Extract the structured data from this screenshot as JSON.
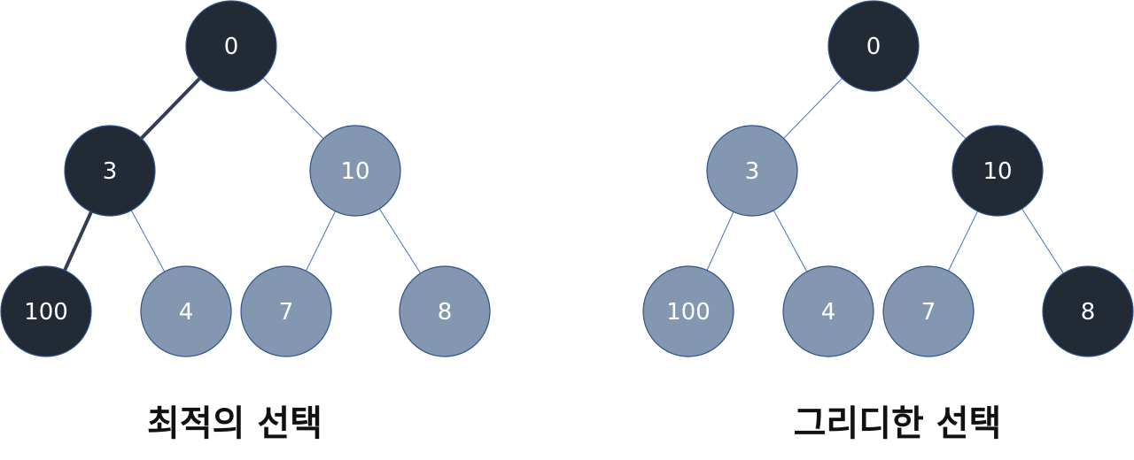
{
  "trees": [
    {
      "id": "optimal",
      "caption": "최적의 선택",
      "nodes": [
        {
          "id": "n0",
          "label": "0",
          "highlight": true
        },
        {
          "id": "n3",
          "label": "3",
          "highlight": true
        },
        {
          "id": "n10",
          "label": "10",
          "highlight": false
        },
        {
          "id": "n100",
          "label": "100",
          "highlight": true
        },
        {
          "id": "n4",
          "label": "4",
          "highlight": false
        },
        {
          "id": "n7",
          "label": "7",
          "highlight": false
        },
        {
          "id": "n8",
          "label": "8",
          "highlight": false
        }
      ],
      "edges": [
        {
          "from": "n0",
          "to": "n3",
          "highlight": true
        },
        {
          "from": "n0",
          "to": "n10",
          "highlight": false
        },
        {
          "from": "n3",
          "to": "n100",
          "highlight": true
        },
        {
          "from": "n3",
          "to": "n4",
          "highlight": false
        },
        {
          "from": "n10",
          "to": "n7",
          "highlight": false
        },
        {
          "from": "n10",
          "to": "n8",
          "highlight": false
        }
      ]
    },
    {
      "id": "greedy",
      "caption": "그리디한 선택",
      "nodes": [
        {
          "id": "n0",
          "label": "0",
          "highlight": true
        },
        {
          "id": "n3",
          "label": "3",
          "highlight": false
        },
        {
          "id": "n10",
          "label": "10",
          "highlight": true
        },
        {
          "id": "n100",
          "label": "100",
          "highlight": false
        },
        {
          "id": "n4",
          "label": "4",
          "highlight": false
        },
        {
          "id": "n7",
          "label": "7",
          "highlight": false
        },
        {
          "id": "n8",
          "label": "8",
          "highlight": true
        }
      ],
      "edges": [
        {
          "from": "n0",
          "to": "n3",
          "highlight": false
        },
        {
          "from": "n0",
          "to": "n10",
          "highlight": false
        },
        {
          "from": "n3",
          "to": "n100",
          "highlight": false
        },
        {
          "from": "n3",
          "to": "n4",
          "highlight": false
        },
        {
          "from": "n10",
          "to": "n7",
          "highlight": false
        },
        {
          "from": "n10",
          "to": "n8",
          "highlight": false
        }
      ]
    }
  ],
  "colors": {
    "dark_node": "#222A35",
    "light_node": "#8497B0",
    "node_stroke": "#2F528F",
    "thin_edge": "#4472C4",
    "thick_edge": "#333F50",
    "node_text": "#FFFFFF"
  }
}
